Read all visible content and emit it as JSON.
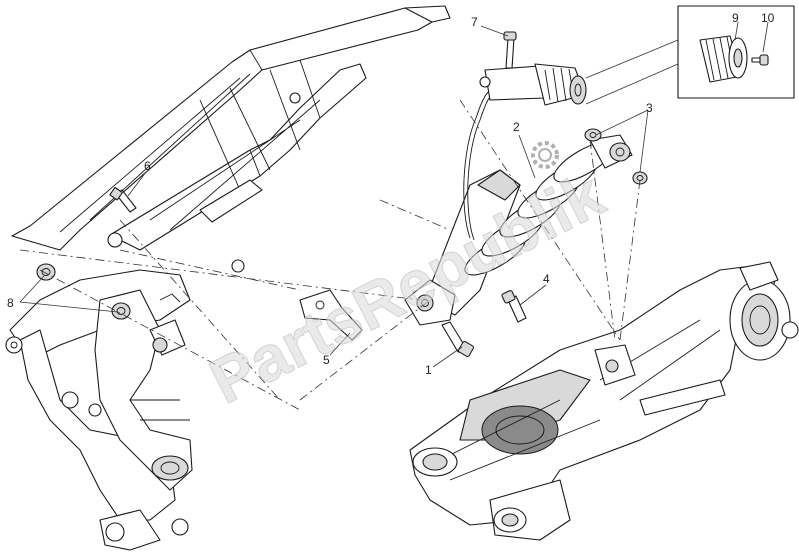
{
  "callouts": {
    "c1": "1",
    "c2": "2",
    "c3": "3",
    "c4": "4",
    "c5": "5",
    "c6": "6",
    "c7": "7",
    "c8": "8",
    "c9": "9",
    "c10": "10"
  },
  "watermark": {
    "text": "PartsRepublik",
    "color": "#d8d8d8"
  },
  "icons": {
    "watermark_gear": "gear-icon"
  }
}
